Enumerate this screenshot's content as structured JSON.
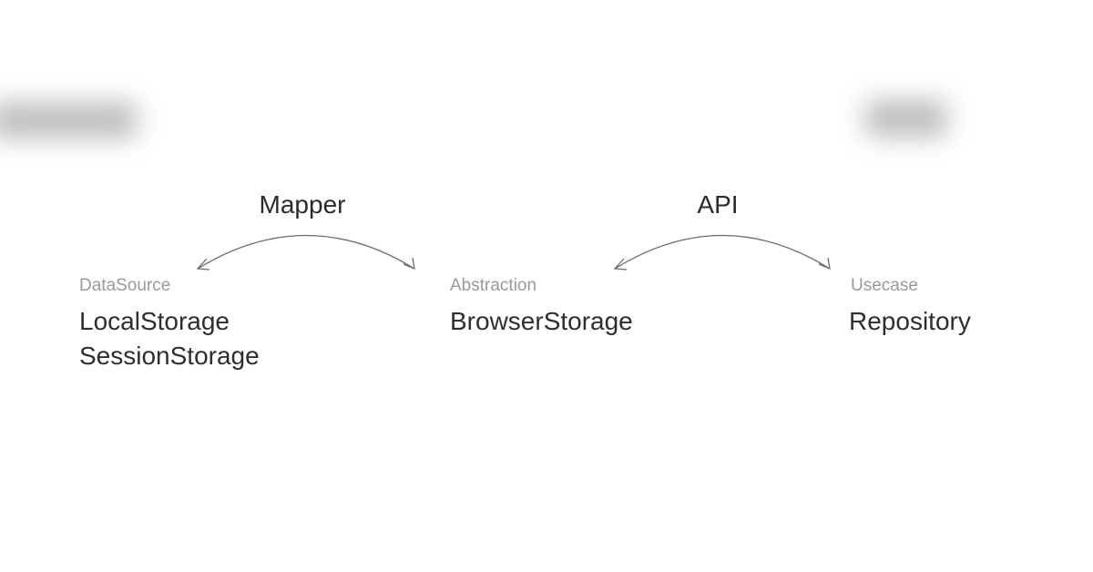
{
  "relations": [
    {
      "label": "Mapper",
      "from": "datasource",
      "to": "abstraction"
    },
    {
      "label": "API",
      "from": "abstraction",
      "to": "usecase"
    }
  ],
  "nodes": {
    "datasource": {
      "caption": "DataSource",
      "items": [
        "LocalStorage",
        "SessionStorage"
      ]
    },
    "abstraction": {
      "caption": "Abstraction",
      "items": [
        "BrowserStorage"
      ]
    },
    "usecase": {
      "caption": "Usecase",
      "items": [
        "Repository"
      ]
    }
  },
  "colors": {
    "text_primary": "#2e2e2e",
    "text_caption": "#9a9a9a",
    "arrow_stroke": "#6a6a6a",
    "background": "#ffffff"
  }
}
